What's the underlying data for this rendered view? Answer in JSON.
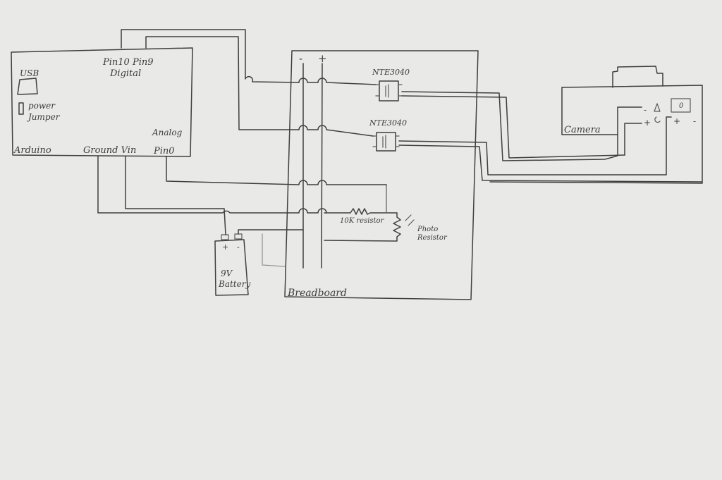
{
  "arduino": {
    "title": "Arduino",
    "usb": "USB",
    "power_jumper": [
      "power",
      "Jumper"
    ],
    "pins_top": "Pin10 Pin9",
    "digital": "Digital",
    "ground_vin": "Ground Vin",
    "analog": "Analog",
    "pin0": "Pin0"
  },
  "breadboard": {
    "title": "Breadboard",
    "minus": "-",
    "plus": "+",
    "chip1": "NTE3040",
    "chip2": "NTE3040",
    "resistor": "10K resistor",
    "photo": [
      "Photo",
      "Resistor"
    ]
  },
  "battery": {
    "plus": "+",
    "minus": "-",
    "label": [
      "9V",
      "Battery"
    ]
  },
  "camera": {
    "title": "Camera",
    "minus": "-",
    "plus": "+",
    "plus2": "+",
    "minus2": "-",
    "circle": "0"
  },
  "colors": {
    "paper": "#e9e9e7",
    "ink": "#3f3f3f"
  }
}
